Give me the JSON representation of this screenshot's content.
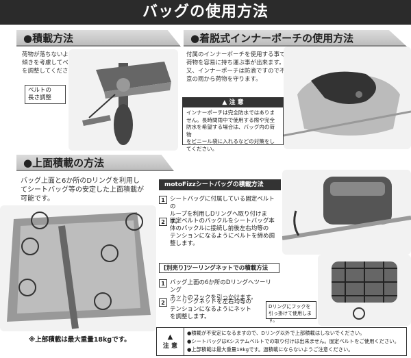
{
  "title": "バッグの使用方法",
  "sec1": {
    "heading": "●積載方法",
    "text": [
      "荷物が落ちないように車両の",
      "傾きを考慮してベルトの長さ",
      "を調整してください。"
    ],
    "callout": [
      "ベルトの",
      "長さ調整"
    ]
  },
  "sec2": {
    "heading": "●着脱式インナーポーチの使用方法",
    "text": [
      "付属のインナーポーチを使用する事で",
      "荷物を容易に持ち運ぶ事が出来ます。",
      "又、インナーポーチは防滴ですので不",
      "意の雨から荷物を守ります。"
    ],
    "caution_label": "注 意",
    "caution": [
      "インナーポーチは完全防水ではありま",
      "せん。長時間雨中で使用する際や完全",
      "防水を希望する場合は、バッグ内の荷物",
      "をビニール袋に入れるなどの対策をし",
      "てください。"
    ]
  },
  "sec3": {
    "heading": "●上面積載の方法",
    "text": [
      "バッグ上面と6か所のDリングを利用し",
      "てシートバッグ等の安定した上面積載が",
      "可能です。"
    ],
    "footnote": "※上部積載は最大重量18kgです。",
    "motofizz": {
      "title": "motoFizzシートバッグの積載方法",
      "steps": [
        {
          "num": "1",
          "lines": [
            "シートバッグに付属している固定ベルトの",
            "ループを利用しDリングへ取り付けます。"
          ]
        },
        {
          "num": "2",
          "lines": [
            "固定ベルトのバックルをシートバッグ本",
            "体のバックルに接続し前後左右均等の",
            "テンションになるようにベルトを締め調",
            "整します。"
          ]
        }
      ]
    },
    "net": {
      "title": "[別売り]ツーリングネットでの積載方法",
      "steps": [
        {
          "num": "1",
          "lines": [
            "バッグ上面の6か所のDリングへツーリング",
            "ネットのフックを引っかけます。"
          ]
        },
        {
          "num": "2",
          "lines": [
            "ツーリングネットを左右均等の",
            "テンションになるようにネット",
            "を調整します。"
          ]
        }
      ],
      "note": [
        "Dリングにフックを",
        "引っ掛けて使用します。"
      ]
    }
  },
  "bottom_caution": {
    "label": "注 意",
    "lines": [
      "●積載が不安定になるますので、Dリング以外で上部積載はしないでください。",
      "●シートバッグはKシステムベルトでの取り付けは出来ません。固定ベルトをご使用ください。",
      "●上部積載は最大重量18kgです。過積載にならないようご注意ください。"
    ]
  }
}
